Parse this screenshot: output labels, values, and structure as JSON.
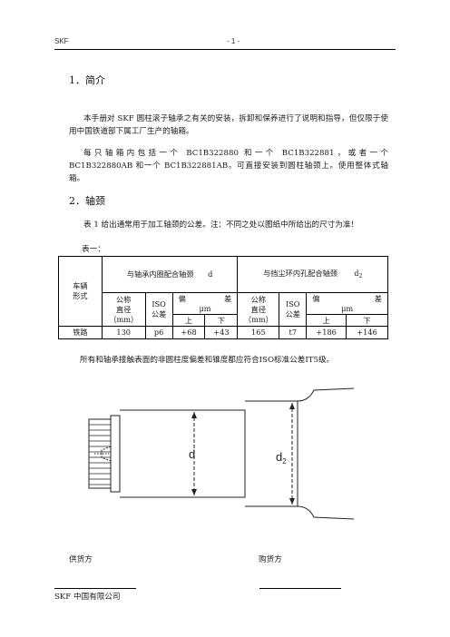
{
  "header": {
    "left": "SKF",
    "center": "- 1 -"
  },
  "section1": {
    "title": "1．简介",
    "p1": "本手册对 SKF 圆柱滚子轴承之有关的安装，拆卸和保养进行了说明和指导，但仅限于使用中国铁道部下属工厂生产的轴箱。",
    "p2": "每只轴箱内包括一个 BC1B322880 和一个 BC1B322881，或者一个 BC1B322880AB 和一个 BC1B322881AB。可直接安装到圆柱轴颈上。使用整体式轴箱。"
  },
  "section2": {
    "title": "2．轴颈",
    "p1": "表 1 给出通常用于加工轴颈的公差。注：不同之处以图纸中所给出的尺寸为准！",
    "table_label": "表一：",
    "after_table": "所有和轴承接触表面的非圆柱度偏差和锥度都应符合ISO标准公差IT5级。"
  },
  "table": {
    "vehicle_type": [
      "车辆",
      "形式"
    ],
    "group1_title": "与轴承内圈配合轴颈",
    "group1_symbol": "d",
    "group2_title": "与挡尘环内孔配合轴颈",
    "group2_symbol": "d",
    "group2_sub": "2",
    "nominal_diameter": [
      "公称",
      "直径",
      "（mm）"
    ],
    "iso_tol": [
      "ISO",
      "公差"
    ],
    "deviation": [
      "偏",
      "差"
    ],
    "unit": "μm",
    "upper": "上",
    "lower": "下",
    "row": {
      "type": "铁路",
      "d_nominal": "130",
      "d_iso": "p6",
      "d_upper": "+68",
      "d_lower": "+43",
      "d2_nominal": "165",
      "d2_iso": "t7",
      "d2_upper": "+186",
      "d2_lower": "+146"
    }
  },
  "drawing": {
    "label_d": "d",
    "label_d2": "d",
    "label_d2_sub": "2"
  },
  "footer": {
    "supplier": "供货方",
    "buyer": "购货方",
    "company": "SKF 中国有限公司"
  }
}
